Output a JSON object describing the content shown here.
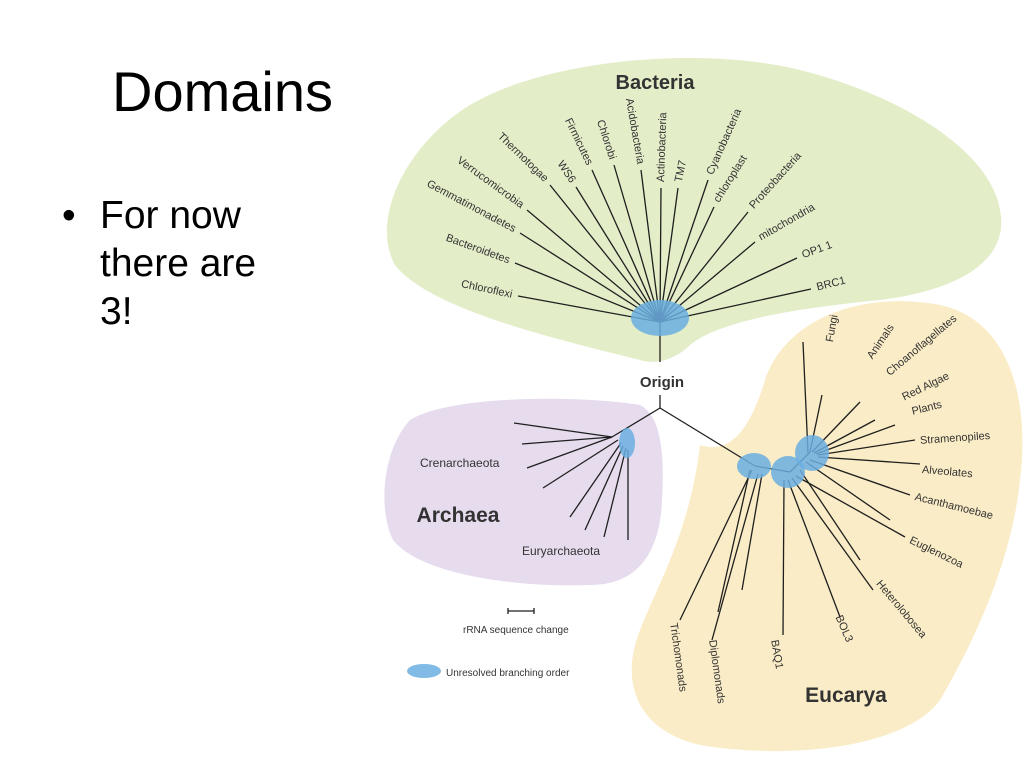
{
  "slide": {
    "title": "Domains",
    "bullet_text": "For now there are 3!"
  },
  "diagram": {
    "root_label": "Origin",
    "domains": {
      "bacteria": "Bacteria",
      "archaea": "Archaea",
      "eucarya": "Eucarya"
    },
    "bacteria_taxa": [
      "Chloroflexi",
      "Bacteroidetes",
      "Gemmatimonadetes",
      "Verrucomicrobia",
      "Thermotogae",
      "WS6",
      "Firmicutes",
      "Chlorobi",
      "Acidobacteria",
      "Actinobacteria",
      "TM7",
      "Cyanobacteria",
      "chloroplast",
      "Proteobacteria",
      "mitochondria",
      "OP1 1",
      "BRC1"
    ],
    "archaea_taxa": [
      "Crenarchaeota",
      "Euryarchaeota"
    ],
    "eucarya_taxa": [
      "Fungi",
      "Animals",
      "Choanoflagellates",
      "Red Algae",
      "Plants",
      "Stramenopiles",
      "Alveolates",
      "Acanthamoebae",
      "Euglenozoa",
      "Heterolobosea",
      "BOL3",
      "BAQ1",
      "Diplomonads",
      "Trichomonads"
    ],
    "legend": {
      "scale_label": "rRNA sequence change",
      "unresolved_label": "Unresolved branching order"
    },
    "colors": {
      "bacteria_region": "#e3edc8",
      "archaea_region": "#e6dcee",
      "eucarya_region": "#faecc6",
      "unresolved_node": "#6aaee0",
      "branch": "#1f1f1f"
    }
  }
}
